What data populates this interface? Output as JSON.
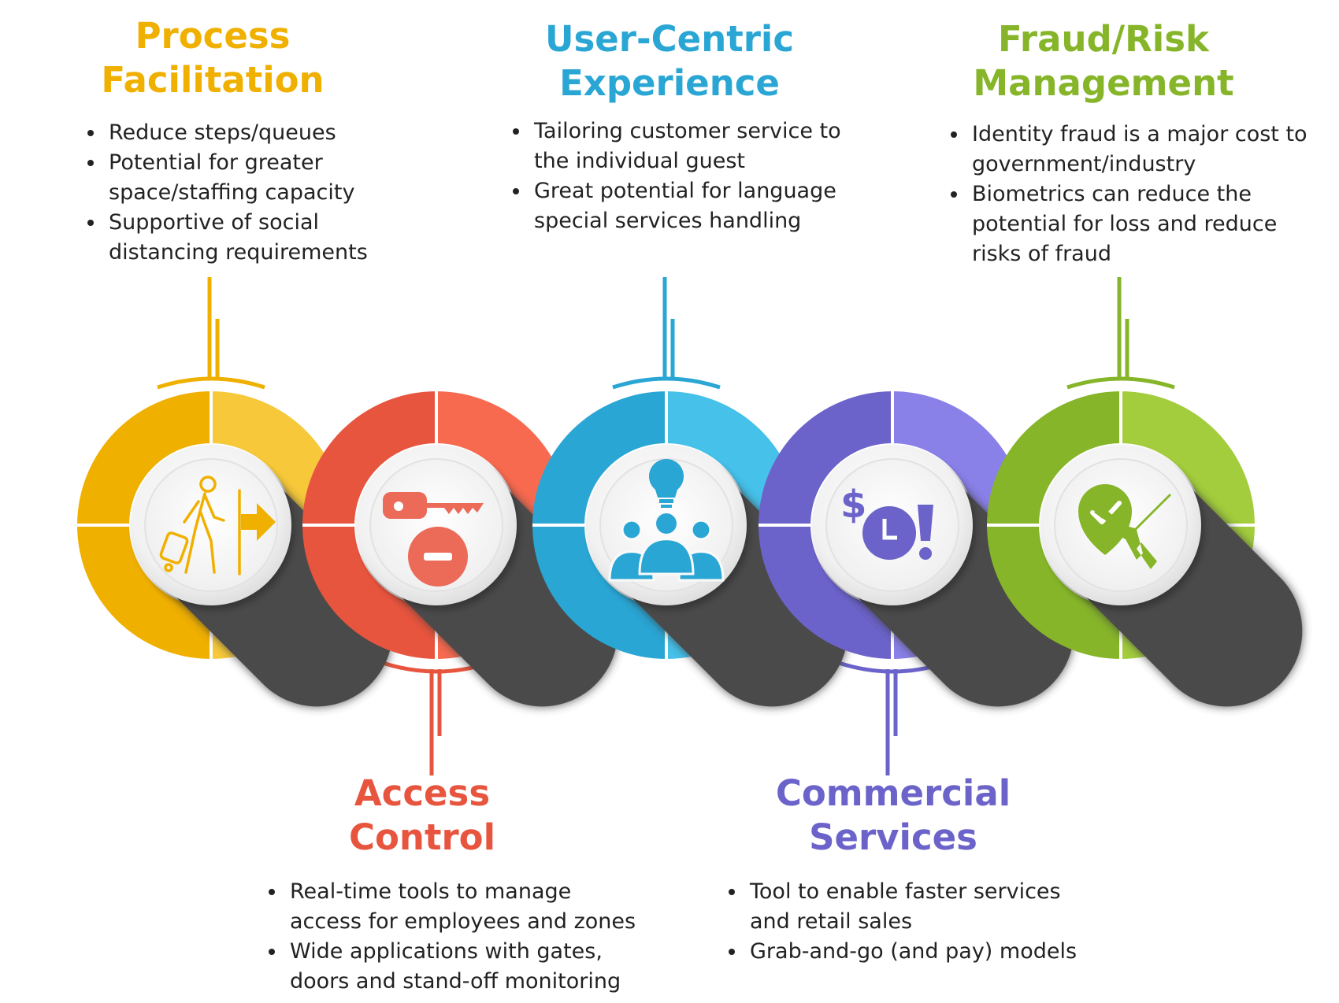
{
  "stages": [
    {
      "title": [
        "Process",
        "Facilitation"
      ],
      "color": "#f0b000",
      "light": "#f6c83a",
      "icon": "traveler-exit-icon",
      "bullets": [
        "Reduce steps/queues",
        "Potential for greater space/staffing capacity",
        "Supportive of social distancing requirements"
      ]
    },
    {
      "title": [
        "Access",
        "Control"
      ],
      "color": "#e8553e",
      "light": "#f86a50",
      "icon": "key-denied-icon",
      "bullets": [
        "Real-time tools to manage access for employees and zones",
        "Wide applications with gates, doors and stand-off monitoring"
      ]
    },
    {
      "title": [
        "User-Centric",
        "Experience"
      ],
      "color": "#2aa6d4",
      "light": "#45c1ea",
      "icon": "team-idea-icon",
      "bullets": [
        "Tailoring customer service to the individual guest",
        "Great potential for language special services handling"
      ]
    },
    {
      "title": [
        "Commercial",
        "Services"
      ],
      "color": "#6b63c9",
      "light": "#8980e8",
      "icon": "fast-payment-icon",
      "bullets": [
        "Tool to enable faster services and retail sales",
        "Grab-and-go (and pay) models"
      ]
    },
    {
      "title": [
        "Fraud/Risk",
        "Management"
      ],
      "color": "#86b52a",
      "light": "#a3cd3d",
      "icon": "verified-flight-icon",
      "bullets": [
        "Identity fraud is a major cost to government/industry",
        "Biometrics can reduce the potential for loss and reduce risks of fraud"
      ]
    }
  ]
}
